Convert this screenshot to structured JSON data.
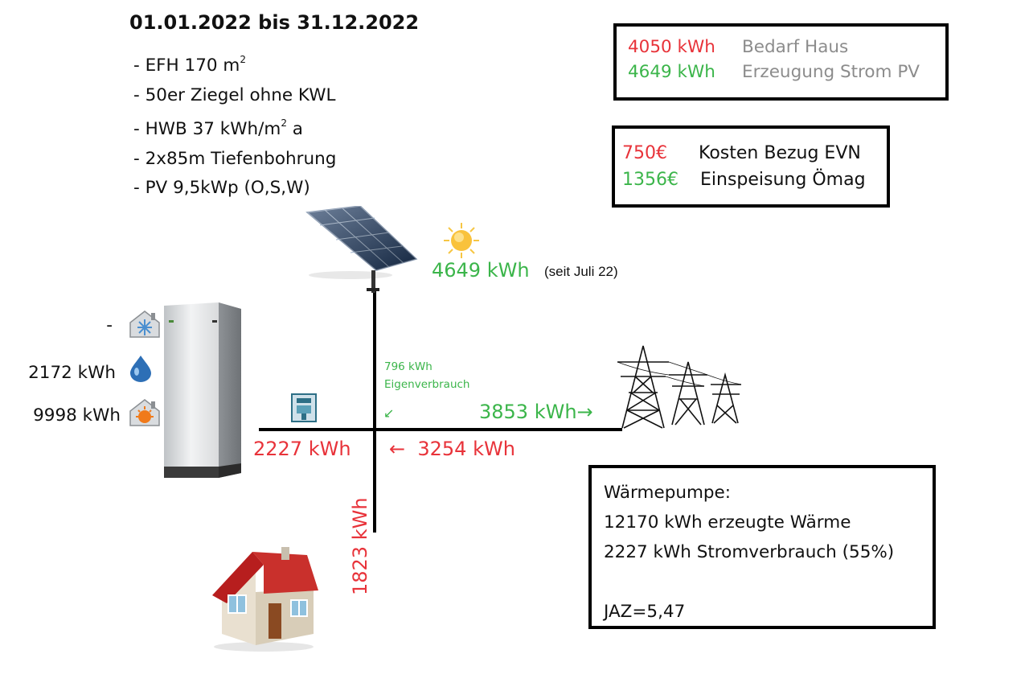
{
  "header": {
    "title": "01.01.2022 bis 31.12.2022",
    "specs": [
      {
        "text": "- EFH 170 m",
        "sup": "2",
        "after": ""
      },
      {
        "text": "- 50er Ziegel ohne KWL",
        "sup": "",
        "after": ""
      },
      {
        "text": "- HWB 37 kWh/m",
        "sup": "2",
        "after": " a"
      },
      {
        "text": "- 2x85m Tiefenbohrung",
        "sup": "",
        "after": ""
      },
      {
        "text": "- PV 9,5kWp (O,S,W)",
        "sup": "",
        "after": ""
      }
    ]
  },
  "summary": {
    "demand_value": "4050 kWh",
    "demand_label": "Bedarf Haus",
    "pv_value": "4649 kWh",
    "pv_label": "Erzeugung Strom PV"
  },
  "costs": {
    "cost_value": "750€",
    "cost_label": "Kosten Bezug EVN",
    "feed_value": "1356€",
    "feed_label": "Einspeisung Ömag"
  },
  "heatpump_box": {
    "title": "Wärmepumpe:",
    "heat": "12170 kWh erzeugte Wärme",
    "power": "2227 kWh Stromverbrauch (55%)",
    "blank": "",
    "jaz": "JAZ=5,47"
  },
  "flows": {
    "pv_value": "4649 kWh",
    "pv_note": "(seit Juli 22)",
    "self_use_value": "796 kWh",
    "self_use_label": "Eigenverbrauch",
    "self_use_arrow": "↙",
    "export_value": "3853 kWh",
    "export_arrow": "→",
    "import_arrow": "←",
    "import_value": "3254 kWh",
    "heatpump_value": "2227 kWh",
    "house_value": "1823 kWh"
  },
  "heatpump_outputs": {
    "cooling_value": "-",
    "water_value": "2172 kWh",
    "heating_value": "9998 kWh"
  },
  "colors": {
    "red": "#e8333a",
    "green": "#3bb54a",
    "grey": "#8c8c8c"
  },
  "icons": [
    "solar-panel-icon",
    "sun-icon",
    "heat-pump-icon",
    "snowflake-house-icon",
    "water-drop-icon",
    "heating-house-icon",
    "electricity-meter-icon",
    "power-pylon-icon",
    "house-icon"
  ]
}
